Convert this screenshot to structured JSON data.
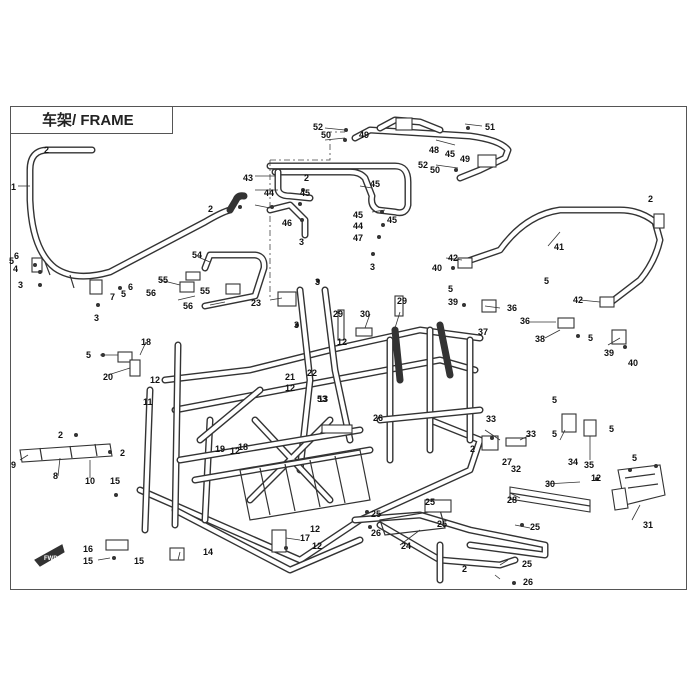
{
  "title": "车架/ FRAME",
  "fwd_label": "FWD",
  "callouts": [
    {
      "id": "c1",
      "text": "1"
    },
    {
      "id": "c2a",
      "text": "2"
    },
    {
      "id": "c2b",
      "text": "2"
    },
    {
      "id": "c2c",
      "text": "2"
    },
    {
      "id": "c2d",
      "text": "2"
    },
    {
      "id": "c2e",
      "text": "2"
    },
    {
      "id": "c2f",
      "text": "2"
    },
    {
      "id": "c2g",
      "text": "2"
    },
    {
      "id": "c2h",
      "text": "2"
    },
    {
      "id": "c3a",
      "text": "3"
    },
    {
      "id": "c3b",
      "text": "3"
    },
    {
      "id": "c3c",
      "text": "3"
    },
    {
      "id": "c3d",
      "text": "3"
    },
    {
      "id": "c3e",
      "text": "3"
    },
    {
      "id": "c3f",
      "text": "3"
    },
    {
      "id": "c4",
      "text": "4"
    },
    {
      "id": "c5a",
      "text": "5"
    },
    {
      "id": "c5b",
      "text": "5"
    },
    {
      "id": "c5c",
      "text": "5"
    },
    {
      "id": "c5d",
      "text": "5"
    },
    {
      "id": "c5e",
      "text": "5"
    },
    {
      "id": "c5f",
      "text": "5"
    },
    {
      "id": "c5g",
      "text": "5"
    },
    {
      "id": "c5h",
      "text": "5"
    },
    {
      "id": "c5i",
      "text": "5"
    },
    {
      "id": "c5j",
      "text": "5"
    },
    {
      "id": "c6a",
      "text": "6"
    },
    {
      "id": "c6b",
      "text": "6"
    },
    {
      "id": "c7",
      "text": "7"
    },
    {
      "id": "c8",
      "text": "8"
    },
    {
      "id": "c9",
      "text": "9"
    },
    {
      "id": "c10",
      "text": "10"
    },
    {
      "id": "c11",
      "text": "11"
    },
    {
      "id": "c12a",
      "text": "12"
    },
    {
      "id": "c12b",
      "text": "12"
    },
    {
      "id": "c12c",
      "text": "12"
    },
    {
      "id": "c12d",
      "text": "12"
    },
    {
      "id": "c12e",
      "text": "12"
    },
    {
      "id": "c12f",
      "text": "12"
    },
    {
      "id": "c12g",
      "text": "12"
    },
    {
      "id": "c13",
      "text": "13"
    },
    {
      "id": "c14",
      "text": "14"
    },
    {
      "id": "c15a",
      "text": "15"
    },
    {
      "id": "c15b",
      "text": "15"
    },
    {
      "id": "c15c",
      "text": "15"
    },
    {
      "id": "c16",
      "text": "16"
    },
    {
      "id": "c17",
      "text": "17"
    },
    {
      "id": "c18a",
      "text": "18"
    },
    {
      "id": "c18b",
      "text": "18"
    },
    {
      "id": "c19",
      "text": "19"
    },
    {
      "id": "c20",
      "text": "20"
    },
    {
      "id": "c21",
      "text": "21"
    },
    {
      "id": "c22",
      "text": "22"
    },
    {
      "id": "c23",
      "text": "23"
    },
    {
      "id": "c24",
      "text": "24"
    },
    {
      "id": "c25a",
      "text": "25"
    },
    {
      "id": "c25b",
      "text": "25"
    },
    {
      "id": "c25c",
      "text": "25"
    },
    {
      "id": "c25d",
      "text": "25"
    },
    {
      "id": "c25e",
      "text": "25"
    },
    {
      "id": "c26a",
      "text": "26"
    },
    {
      "id": "c26b",
      "text": "26"
    },
    {
      "id": "c26c",
      "text": "26"
    },
    {
      "id": "c27",
      "text": "27"
    },
    {
      "id": "c28",
      "text": "28"
    },
    {
      "id": "c29a",
      "text": "29"
    },
    {
      "id": "c29b",
      "text": "29"
    },
    {
      "id": "c30a",
      "text": "30"
    },
    {
      "id": "c30b",
      "text": "30"
    },
    {
      "id": "c31",
      "text": "31"
    },
    {
      "id": "c32",
      "text": "32"
    },
    {
      "id": "c33a",
      "text": "33"
    },
    {
      "id": "c33b",
      "text": "33"
    },
    {
      "id": "c34",
      "text": "34"
    },
    {
      "id": "c35",
      "text": "35"
    },
    {
      "id": "c36a",
      "text": "36"
    },
    {
      "id": "c36b",
      "text": "36"
    },
    {
      "id": "c37",
      "text": "37"
    },
    {
      "id": "c38",
      "text": "38"
    },
    {
      "id": "c39a",
      "text": "39"
    },
    {
      "id": "c39b",
      "text": "39"
    },
    {
      "id": "c40a",
      "text": "40"
    },
    {
      "id": "c40b",
      "text": "40"
    },
    {
      "id": "c41",
      "text": "41"
    },
    {
      "id": "c42a",
      "text": "42"
    },
    {
      "id": "c42b",
      "text": "42"
    },
    {
      "id": "c43",
      "text": "43"
    },
    {
      "id": "c44a",
      "text": "44"
    },
    {
      "id": "c44b",
      "text": "44"
    },
    {
      "id": "c45a",
      "text": "45"
    },
    {
      "id": "c45b",
      "text": "45"
    },
    {
      "id": "c45c",
      "text": "45"
    },
    {
      "id": "c45d",
      "text": "45"
    },
    {
      "id": "c45e",
      "text": "45"
    },
    {
      "id": "c46",
      "text": "46"
    },
    {
      "id": "c47",
      "text": "47"
    },
    {
      "id": "c48",
      "text": "48"
    },
    {
      "id": "c49a",
      "text": "49"
    },
    {
      "id": "c49b",
      "text": "49"
    },
    {
      "id": "c50a",
      "text": "50"
    },
    {
      "id": "c50b",
      "text": "50"
    },
    {
      "id": "c51",
      "text": "51"
    },
    {
      "id": "c52a",
      "text": "52"
    },
    {
      "id": "c52b",
      "text": "52"
    },
    {
      "id": "c53",
      "text": "53"
    },
    {
      "id": "c54",
      "text": "54"
    },
    {
      "id": "c55a",
      "text": "55"
    },
    {
      "id": "c55b",
      "text": "55"
    },
    {
      "id": "c56a",
      "text": "56"
    },
    {
      "id": "c56b",
      "text": "56"
    }
  ]
}
